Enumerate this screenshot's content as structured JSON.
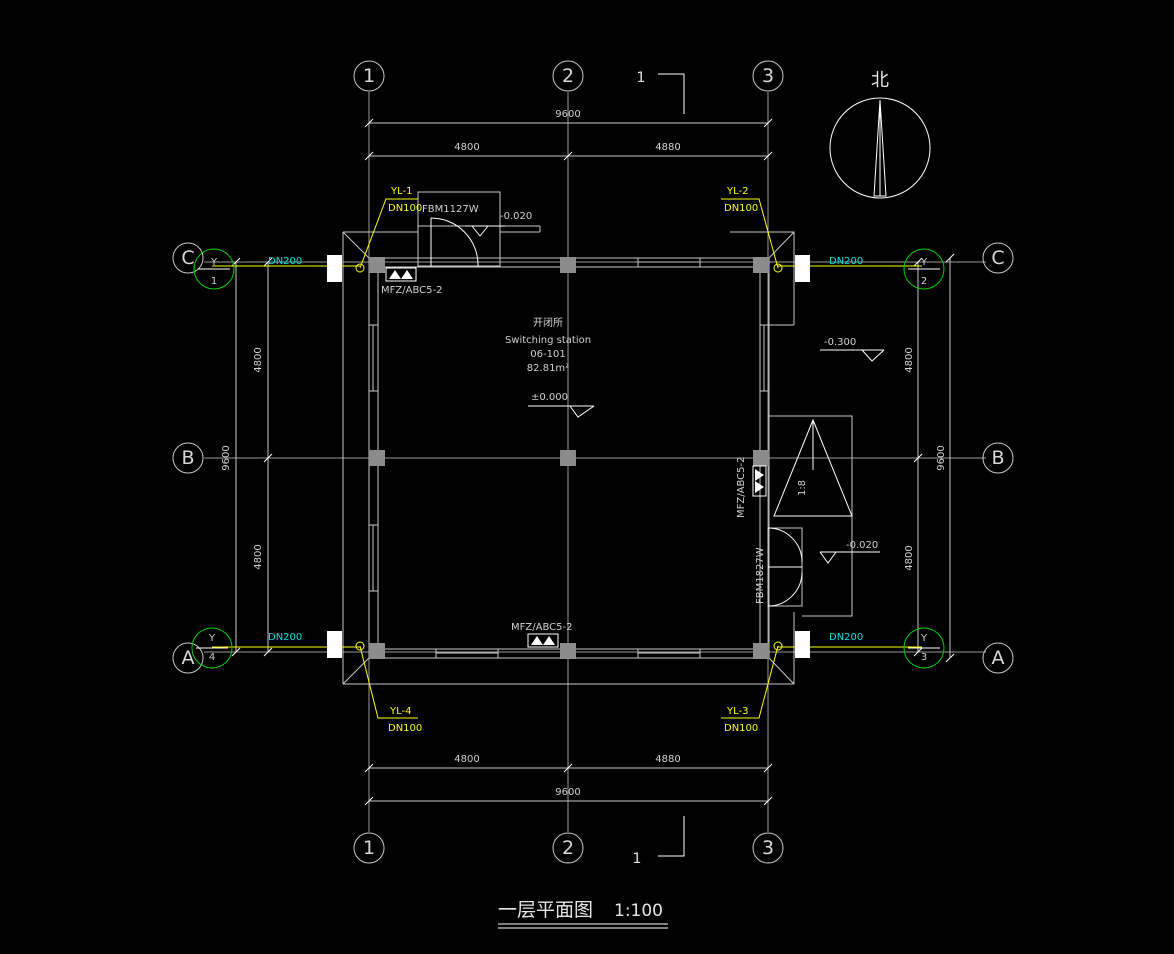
{
  "colors": {
    "background": "#000000",
    "lines": "#c8c8c8",
    "pipe": "#ffff00",
    "pipe_text": "#00e0e0",
    "riser_circle": "#00d000",
    "column": "#8c8c8c"
  },
  "grid_axes": {
    "numbers": [
      "1",
      "2",
      "3"
    ],
    "letters": [
      "C",
      "B",
      "A"
    ]
  },
  "dimensions": {
    "total": "9600",
    "bay_left": "4800",
    "bay_right": "4880",
    "side_bay": "4800"
  },
  "section_mark": "1",
  "north_label": "北",
  "room": {
    "name_cn": "开闭所",
    "name_en": "Switching station",
    "code": "06-101",
    "area": "82.81m²"
  },
  "levels": {
    "floor": "±0.000",
    "entrance_north": "-0.020",
    "entrance_east": "-0.020",
    "outside": "-0.300"
  },
  "doors": {
    "north": "FBM1127W",
    "east": "FBM1827W"
  },
  "extinguisher": "MFZ/ABC5-2",
  "ramp_slope": "1:8",
  "risers": {
    "yl1": "YL-1",
    "yl2": "YL-2",
    "yl3": "YL-3",
    "yl4": "YL-4",
    "size": "DN100",
    "pipe": "DN200",
    "y_label": "Y",
    "n1": "1",
    "n2": "2",
    "n3": "3",
    "n4": "4"
  },
  "title": {
    "text": "一层平面图",
    "scale": "1:100"
  }
}
